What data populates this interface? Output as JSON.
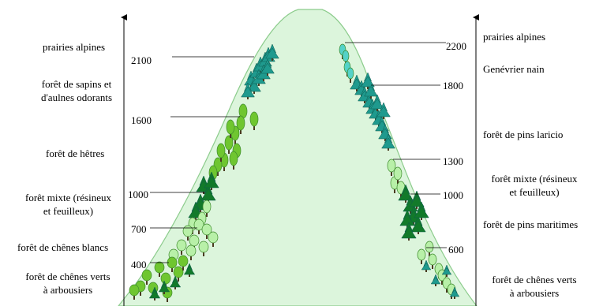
{
  "left_zones": [
    {
      "id": "prairies",
      "text": "prairies alpines"
    },
    {
      "id": "sapins",
      "lines": [
        "forêt de sapins et",
        "d'aulnes odorants"
      ]
    },
    {
      "id": "hetres",
      "text": "forêt de hêtres"
    },
    {
      "id": "mixte",
      "lines": [
        "forêt mixte (résineux",
        "et feuilleux)"
      ]
    },
    {
      "id": "chenes-blancs",
      "text": "forêt de chênes blancs"
    },
    {
      "id": "chenes-verts",
      "lines": [
        "forêt de chênes verts",
        "à arbousiers"
      ]
    }
  ],
  "right_zones": [
    {
      "id": "prairies",
      "text": "prairies alpines"
    },
    {
      "id": "genevrier",
      "text": "Genévrier nain"
    },
    {
      "id": "laricio",
      "text": "forêt de pins laricio"
    },
    {
      "id": "mixte",
      "lines": [
        "forêt mixte (résineux",
        "et feuilleux)"
      ]
    },
    {
      "id": "maritimes",
      "text": "forêt de pins maritimes"
    },
    {
      "id": "chenes-verts",
      "lines": [
        "forêt de chênes verts",
        "à arbousiers"
      ]
    }
  ],
  "left_altitudes": [
    "2100",
    "1600",
    "1000",
    "700",
    "400"
  ],
  "right_altitudes": [
    "2200",
    "1800",
    "1300",
    "1000",
    "600"
  ],
  "colors": {
    "mountain_fill": "#dcf5dc",
    "mountain_stroke": "#8ccc8c",
    "teal_conifer": "#1f9a8e",
    "dark_conifer": "#127a2a",
    "beech": "#6fc630",
    "light_oak": "#b8f0a8",
    "cyan_shrub": "#54d2c8"
  }
}
